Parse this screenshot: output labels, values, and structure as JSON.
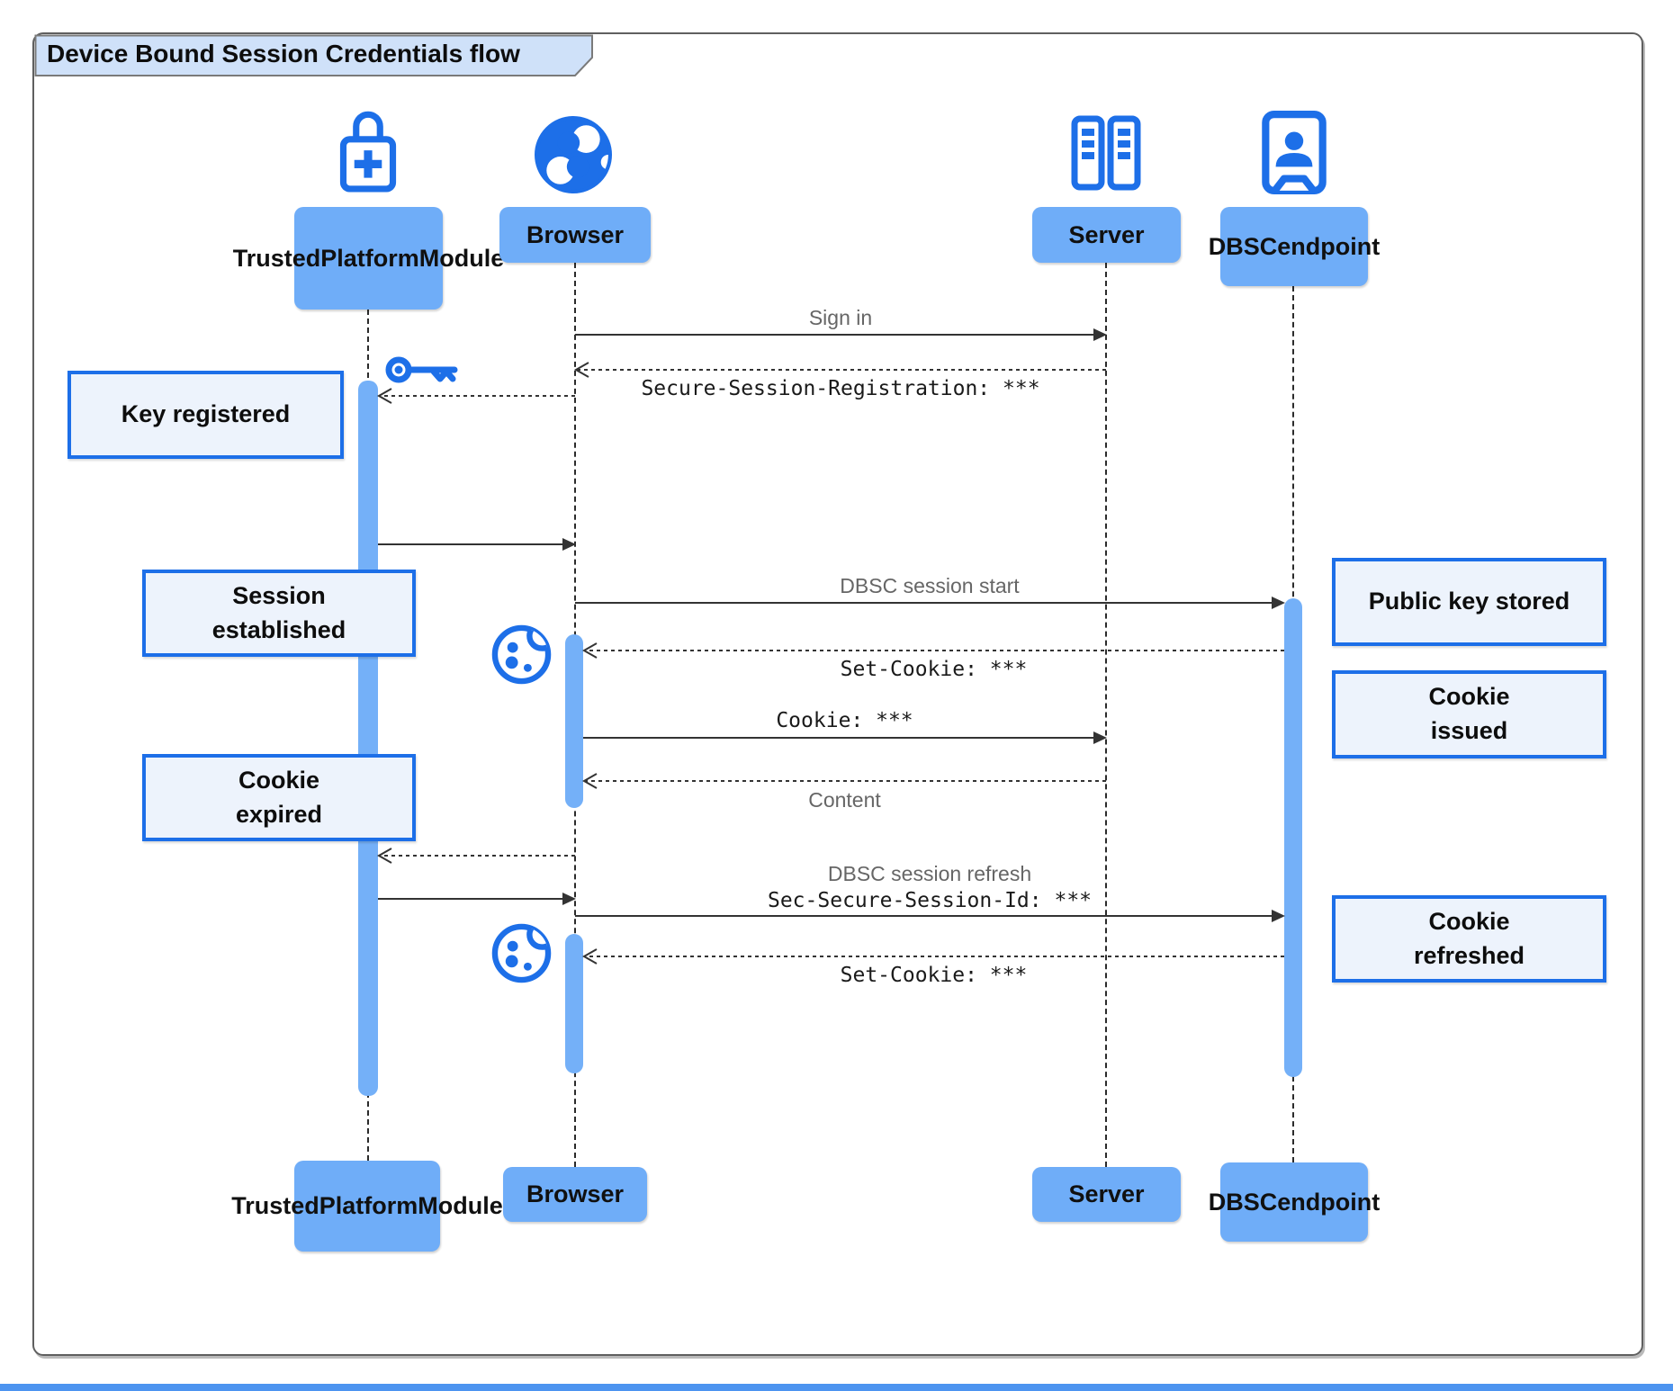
{
  "title": "Device Bound Session Credentials flow",
  "colors": {
    "icon_blue": "#1d6fe8",
    "actor_fill": "#6fadf8",
    "activation_fill": "#74b0f8",
    "note_fill": "#edf3fc",
    "note_border": "#1d6fe8",
    "title_fill": "#cfe1f9",
    "frame_border": "#5f5f5f",
    "arrow": "#333333",
    "gray_label": "#666666",
    "window_edge": "#4d94f0"
  },
  "actors": [
    {
      "id": "tpm",
      "label_lines": [
        "Trusted",
        "Platform",
        "Module"
      ],
      "icon": "lock-plus-icon"
    },
    {
      "id": "browser",
      "label_lines": [
        "Browser"
      ],
      "icon": "globe-icon"
    },
    {
      "id": "server",
      "label_lines": [
        "Server"
      ],
      "icon": "server-racks-icon"
    },
    {
      "id": "dbsc",
      "label_lines": [
        "DBSC",
        "endpoint"
      ],
      "icon": "badge-person-icon"
    }
  ],
  "notes": [
    {
      "id": "key-registered",
      "lines": [
        "Key registered"
      ]
    },
    {
      "id": "session-established",
      "lines": [
        "Session",
        "established"
      ]
    },
    {
      "id": "cookie-expired",
      "lines": [
        "Cookie",
        "expired"
      ]
    },
    {
      "id": "public-key-stored",
      "lines": [
        "Public key stored"
      ]
    },
    {
      "id": "cookie-issued",
      "lines": [
        "Cookie",
        "issued"
      ]
    },
    {
      "id": "cookie-refreshed",
      "lines": [
        "Cookie",
        "refreshed"
      ]
    }
  ],
  "messages": [
    {
      "id": "sign-in",
      "from": "browser",
      "to": "server",
      "line": "solid",
      "head": "filled",
      "label": "Sign in",
      "label_style": "plain",
      "label_pos": "above"
    },
    {
      "id": "secure-session-registration",
      "from": "server",
      "to": "browser",
      "line": "dashed",
      "head": "open",
      "label": "Secure-Session-Registration: ***",
      "label_style": "mono",
      "label_pos": "below"
    },
    {
      "id": "register-key",
      "from": "browser",
      "to": "tpm",
      "line": "dashed",
      "head": "open",
      "label": ""
    },
    {
      "id": "key-created",
      "from": "tpm",
      "to": "browser",
      "line": "solid",
      "head": "filled",
      "label": ""
    },
    {
      "id": "dbsc-session-start",
      "from": "browser",
      "to": "dbsc",
      "line": "solid",
      "head": "filled",
      "label": "DBSC session start",
      "label_style": "plain",
      "label_pos": "above"
    },
    {
      "id": "set-cookie-1",
      "from": "dbsc",
      "to": "browser",
      "line": "dashed",
      "head": "open",
      "label": "Set-Cookie: ***",
      "label_style": "mono",
      "label_pos": "below"
    },
    {
      "id": "cookie",
      "from": "browser",
      "to": "server",
      "line": "solid",
      "head": "filled",
      "label": "Cookie: ***",
      "label_style": "mono",
      "label_pos": "above"
    },
    {
      "id": "content",
      "from": "server",
      "to": "browser",
      "line": "dashed",
      "head": "open",
      "label": "Content",
      "label_style": "plain",
      "label_pos": "below"
    },
    {
      "id": "sign-challenge",
      "from": "browser",
      "to": "tpm",
      "line": "dashed",
      "head": "open",
      "label": ""
    },
    {
      "id": "sign-ok",
      "from": "tpm",
      "to": "browser",
      "line": "solid",
      "head": "filled",
      "label": ""
    },
    {
      "id": "dbsc-session-refresh",
      "from": "browser",
      "to": "dbsc",
      "line": "solid",
      "head": "filled",
      "label": "DBSC session refresh",
      "label2": "Sec-Secure-Session-Id: ***",
      "label_style": "plain",
      "label2_style": "mono",
      "label_pos": "above"
    },
    {
      "id": "set-cookie-2",
      "from": "dbsc",
      "to": "browser",
      "line": "dashed",
      "head": "open",
      "label": "Set-Cookie: ***",
      "label_style": "mono",
      "label_pos": "below"
    }
  ],
  "floating_icons": [
    {
      "id": "key-icon"
    },
    {
      "id": "cookie-icon-1"
    },
    {
      "id": "cookie-icon-2"
    }
  ]
}
